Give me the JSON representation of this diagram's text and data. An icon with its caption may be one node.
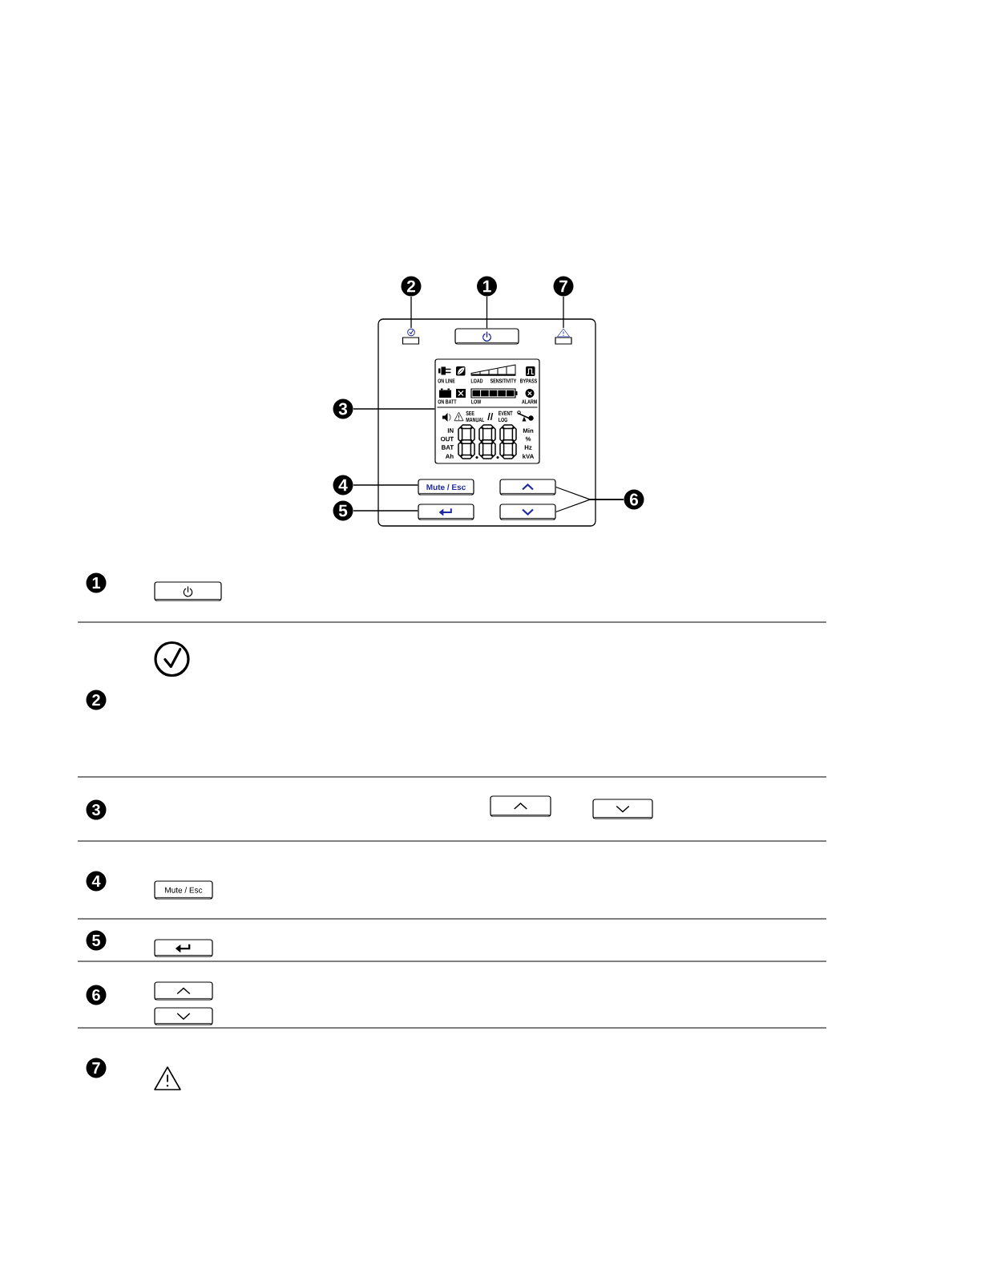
{
  "diagram": {
    "nodes": [
      {
        "text": [
          "2"
        ]
      },
      {
        "text": [
          "1"
        ]
      },
      {
        "text": [
          "7"
        ]
      },
      {
        "text": [],
        "shape": "box"
      },
      {
        "text": [],
        "shape": "picture",
        "in": 3
      },
      {
        "text": [],
        "shape": "box",
        "in": 3
      },
      {
        "text": [],
        "shape": "picture",
        "in": 3
      },
      {
        "text": [
          "3"
        ]
      },
      {
        "text": [
          "ON LINE",
          "LOAD",
          "SENSITIVITY",
          "BYPASS",
          "ON BATT",
          "LOW",
          "ALARM",
          "SEE MANUAL",
          "EVENT LOG",
          "IN",
          "Min",
          "OUT",
          "%",
          "BAT",
          "Hz",
          "Ah",
          "kVA"
        ],
        "in": 3
      },
      {
        "text": [
          "4"
        ]
      },
      {
        "text": [
          "Mute / Esc"
        ],
        "in": 3
      },
      {
        "text": [],
        "shape": "box",
        "in": 3
      },
      {
        "text": [
          "6"
        ]
      },
      {
        "text": [
          "5"
        ]
      },
      {
        "text": [],
        "shape": "box",
        "in": 3
      },
      {
        "text": [],
        "shape": "box",
        "in": 3
      },
      {
        "text": [
          "1"
        ]
      },
      {
        "text": [],
        "shape": "box"
      },
      {
        "text": [
          "2"
        ]
      },
      {
        "text": [
          "3"
        ]
      },
      {
        "text": [],
        "shape": "box"
      },
      {
        "text": [],
        "shape": "box"
      },
      {
        "text": [
          "4"
        ]
      },
      {
        "text": [
          "Mute / Esc"
        ]
      },
      {
        "text": [
          "5"
        ]
      },
      {
        "text": [],
        "shape": "box"
      },
      {
        "text": [
          "6"
        ]
      },
      {
        "text": [],
        "shape": "box"
      },
      {
        "text": [],
        "shape": "box"
      },
      {
        "text": [
          "7"
        ]
      }
    ],
    "edges": [
      {
        "from": 0,
        "to": 4,
        "arrow": "none"
      },
      {
        "from": 1,
        "to": 5,
        "arrow": "none"
      },
      {
        "from": 2,
        "to": 6,
        "arrow": "none"
      },
      {
        "from": 7,
        "to": 8,
        "arrow": "none"
      },
      {
        "from": 9,
        "to": 10,
        "arrow": "none"
      },
      {
        "from": 12,
        "to": 11,
        "arrow": "none"
      },
      {
        "from": 12,
        "to": 15,
        "arrow": "none"
      },
      {
        "from": 13,
        "to": 14,
        "arrow": "none"
      }
    ]
  }
}
